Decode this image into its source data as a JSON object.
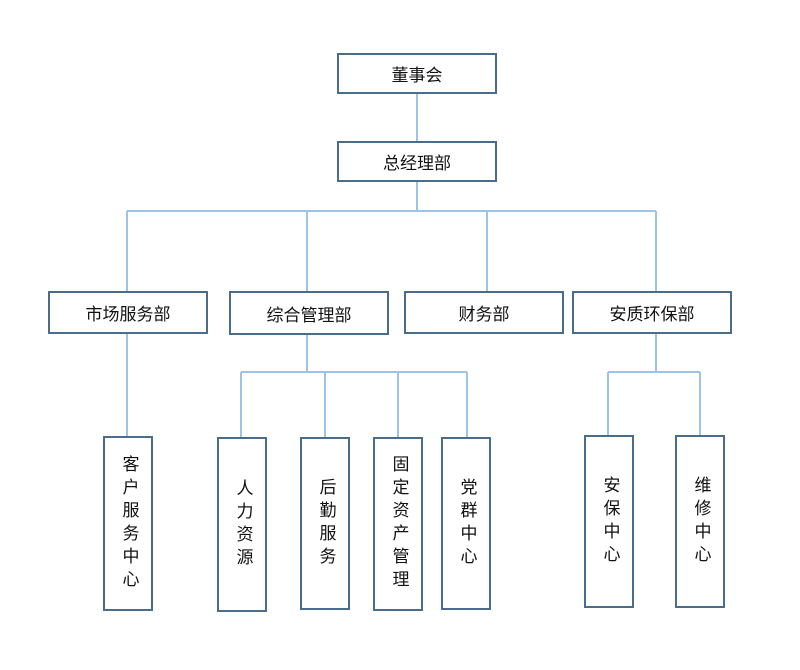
{
  "line_color": "#9dc3e6",
  "box_border_color": "#4a6d8c",
  "nodes": {
    "board": "董事会",
    "gm": "总经理部",
    "market": "市场服务部",
    "admin": "综合管理部",
    "finance": "财务部",
    "safety": "安质环保部",
    "customer": "客户服务中心",
    "hr": "人力资源",
    "logistics": "后勤服务",
    "assets": "固定资产管理",
    "party": "党群中心",
    "safety_center": "安保中心",
    "maintenance": "维修中心"
  }
}
